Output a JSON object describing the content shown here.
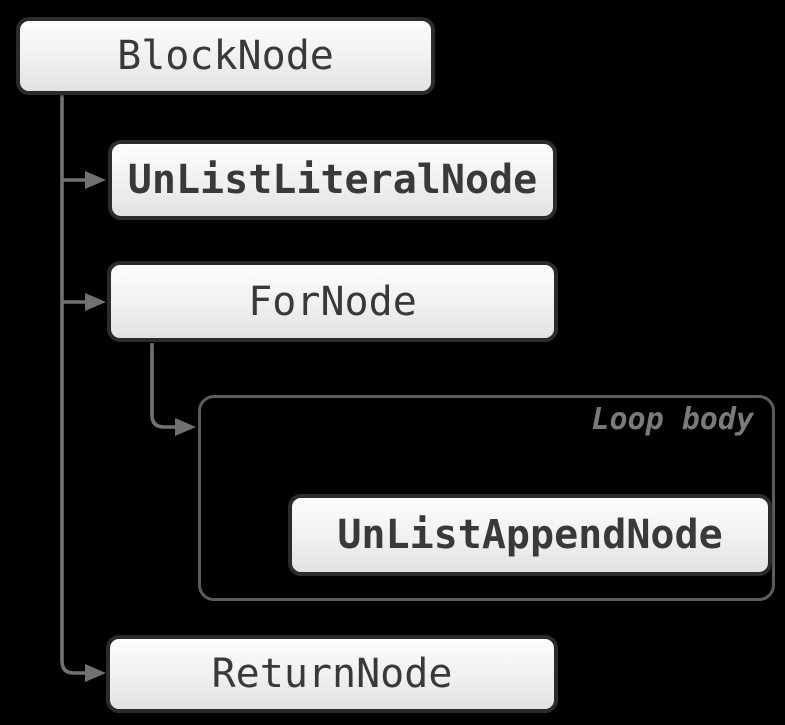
{
  "diagram": {
    "kind": "ast-tree",
    "nodes": {
      "block": {
        "label": "BlockNode",
        "emphasis": "regular"
      },
      "unlist_literal": {
        "label": "UnListLiteralNode",
        "emphasis": "bold"
      },
      "for_node": {
        "label": "ForNode",
        "emphasis": "regular"
      },
      "unlist_append": {
        "label": "UnListAppendNode",
        "emphasis": "bold"
      },
      "return_node": {
        "label": "ReturnNode",
        "emphasis": "regular"
      }
    },
    "cluster": {
      "label": "Loop body",
      "contains": [
        "UnListAppendNode"
      ]
    },
    "edges": [
      {
        "from": "BlockNode",
        "to": "UnListLiteralNode"
      },
      {
        "from": "BlockNode",
        "to": "ForNode"
      },
      {
        "from": "BlockNode",
        "to": "ReturnNode"
      },
      {
        "from": "ForNode",
        "to": "Loop body"
      }
    ]
  },
  "colors": {
    "bg": "#000000",
    "node_border": "#2b2b2b",
    "node_fill_top": "#fdfdfd",
    "node_fill_bottom": "#e2e2e2",
    "node_text": "#393939",
    "connector": "#717171",
    "cluster_border": "#5c5c5c",
    "cluster_label": "#7a7a7a"
  }
}
